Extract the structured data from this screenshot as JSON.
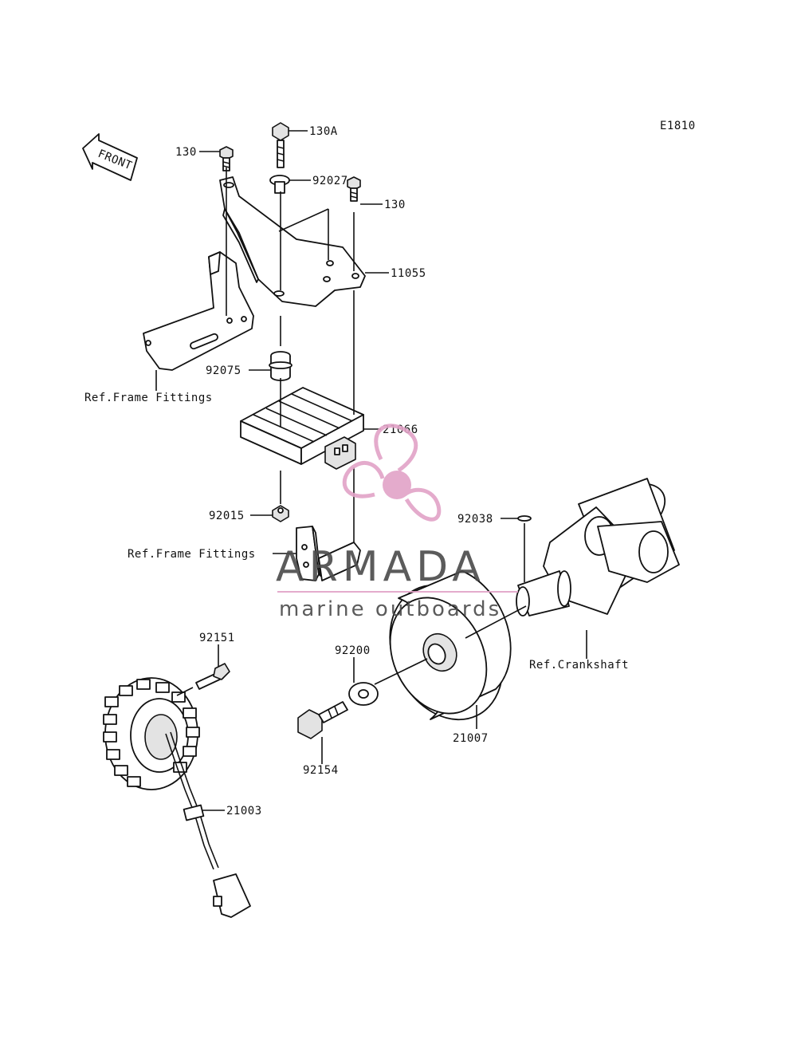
{
  "diagram_code": "E1810",
  "front_label": "FRONT",
  "labels": {
    "p130_top": "130",
    "p130A": "130A",
    "p92027": "92027",
    "p130_right": "130",
    "p11055": "11055",
    "p92075": "92075",
    "ref_frame_1": "Ref.Frame Fittings",
    "p21066": "21066",
    "p92015": "92015",
    "ref_frame_2": "Ref.Frame Fittings",
    "p92038": "92038",
    "p92151": "92151",
    "p92200": "92200",
    "ref_crankshaft": "Ref.Crankshaft",
    "p21007": "21007",
    "p92154": "92154",
    "p21003": "21003"
  },
  "watermark": {
    "brand": "ARMADA",
    "tagline": "marine outboards",
    "brand_color": "#e2a3c7",
    "text_color": "#4a4a4a"
  }
}
